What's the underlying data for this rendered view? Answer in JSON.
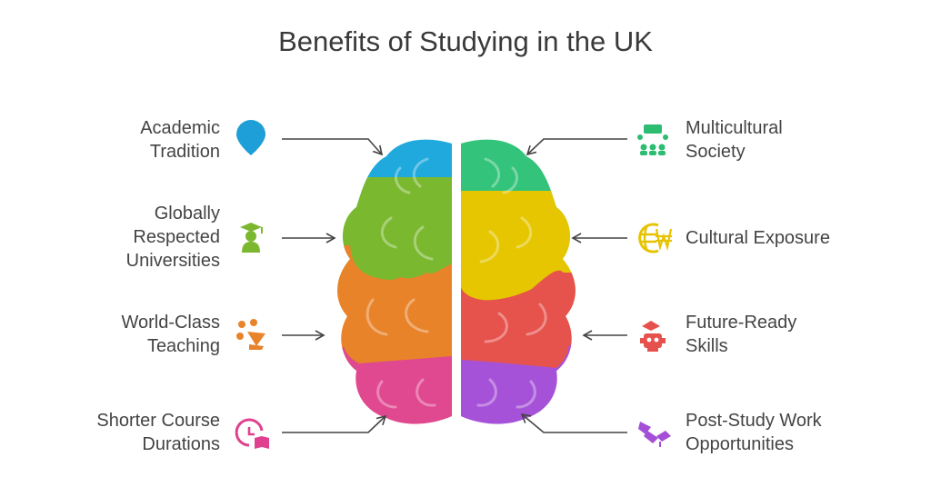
{
  "title": "Benefits of Studying in the UK",
  "left_items": [
    {
      "lines": [
        "Academic",
        "Tradition"
      ],
      "icon": "bank-building-pin-icon",
      "color": "#1e9fd8"
    },
    {
      "lines": [
        "Globally",
        "Respected",
        "Universities"
      ],
      "icon": "graduate-icon",
      "color": "#7cb82f"
    },
    {
      "lines": [
        "World-Class",
        "Teaching"
      ],
      "icon": "teaching-icon",
      "color": "#e8832a"
    },
    {
      "lines": [
        "Shorter Course",
        "Durations"
      ],
      "icon": "clock-book-icon",
      "color": "#e0408f"
    }
  ],
  "right_items": [
    {
      "lines": [
        "Multicultural",
        "Society"
      ],
      "icon": "people-network-icon",
      "color": "#2dbd72"
    },
    {
      "lines": [
        "Cultural Exposure"
      ],
      "icon": "globe-currency-icon",
      "color": "#e6c300"
    },
    {
      "lines": [
        "Future-Ready",
        "Skills"
      ],
      "icon": "robot-graduate-icon",
      "color": "#e6514d"
    },
    {
      "lines": [
        "Post-Study Work",
        "Opportunities"
      ],
      "icon": "diploma-cap-icon",
      "color": "#a54fd6"
    }
  ],
  "brain_colors": {
    "left": [
      "#1fa9dc",
      "#7ab830",
      "#e8832a",
      "#e0488f"
    ],
    "right": [
      "#34c37a",
      "#e5c600",
      "#e6524c",
      "#a652d8"
    ]
  }
}
